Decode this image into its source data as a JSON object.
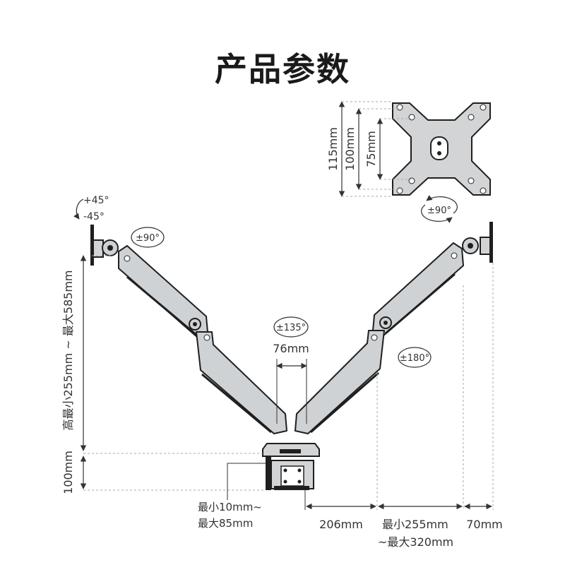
{
  "title": "产品参数",
  "vesa": {
    "dim_115": "115mm",
    "dim_100": "100mm",
    "dim_75": "75mm",
    "rotate": "±90°"
  },
  "rotation": {
    "tilt_up": "+45°",
    "tilt_down": "-45°",
    "swivel_left": "±90°",
    "swivel_center": "±135°",
    "swivel_right": "±180°"
  },
  "dimensions": {
    "pole_gap": "76mm",
    "height": "高最小255mm ~ 最大585mm",
    "base_height": "100mm",
    "clamp_line1": "最小10mm~",
    "clamp_line2": "最大85mm",
    "depth": "206mm",
    "reach_line1": "最小255mm",
    "reach_line2": "~最大320mm",
    "offset": "70mm"
  }
}
